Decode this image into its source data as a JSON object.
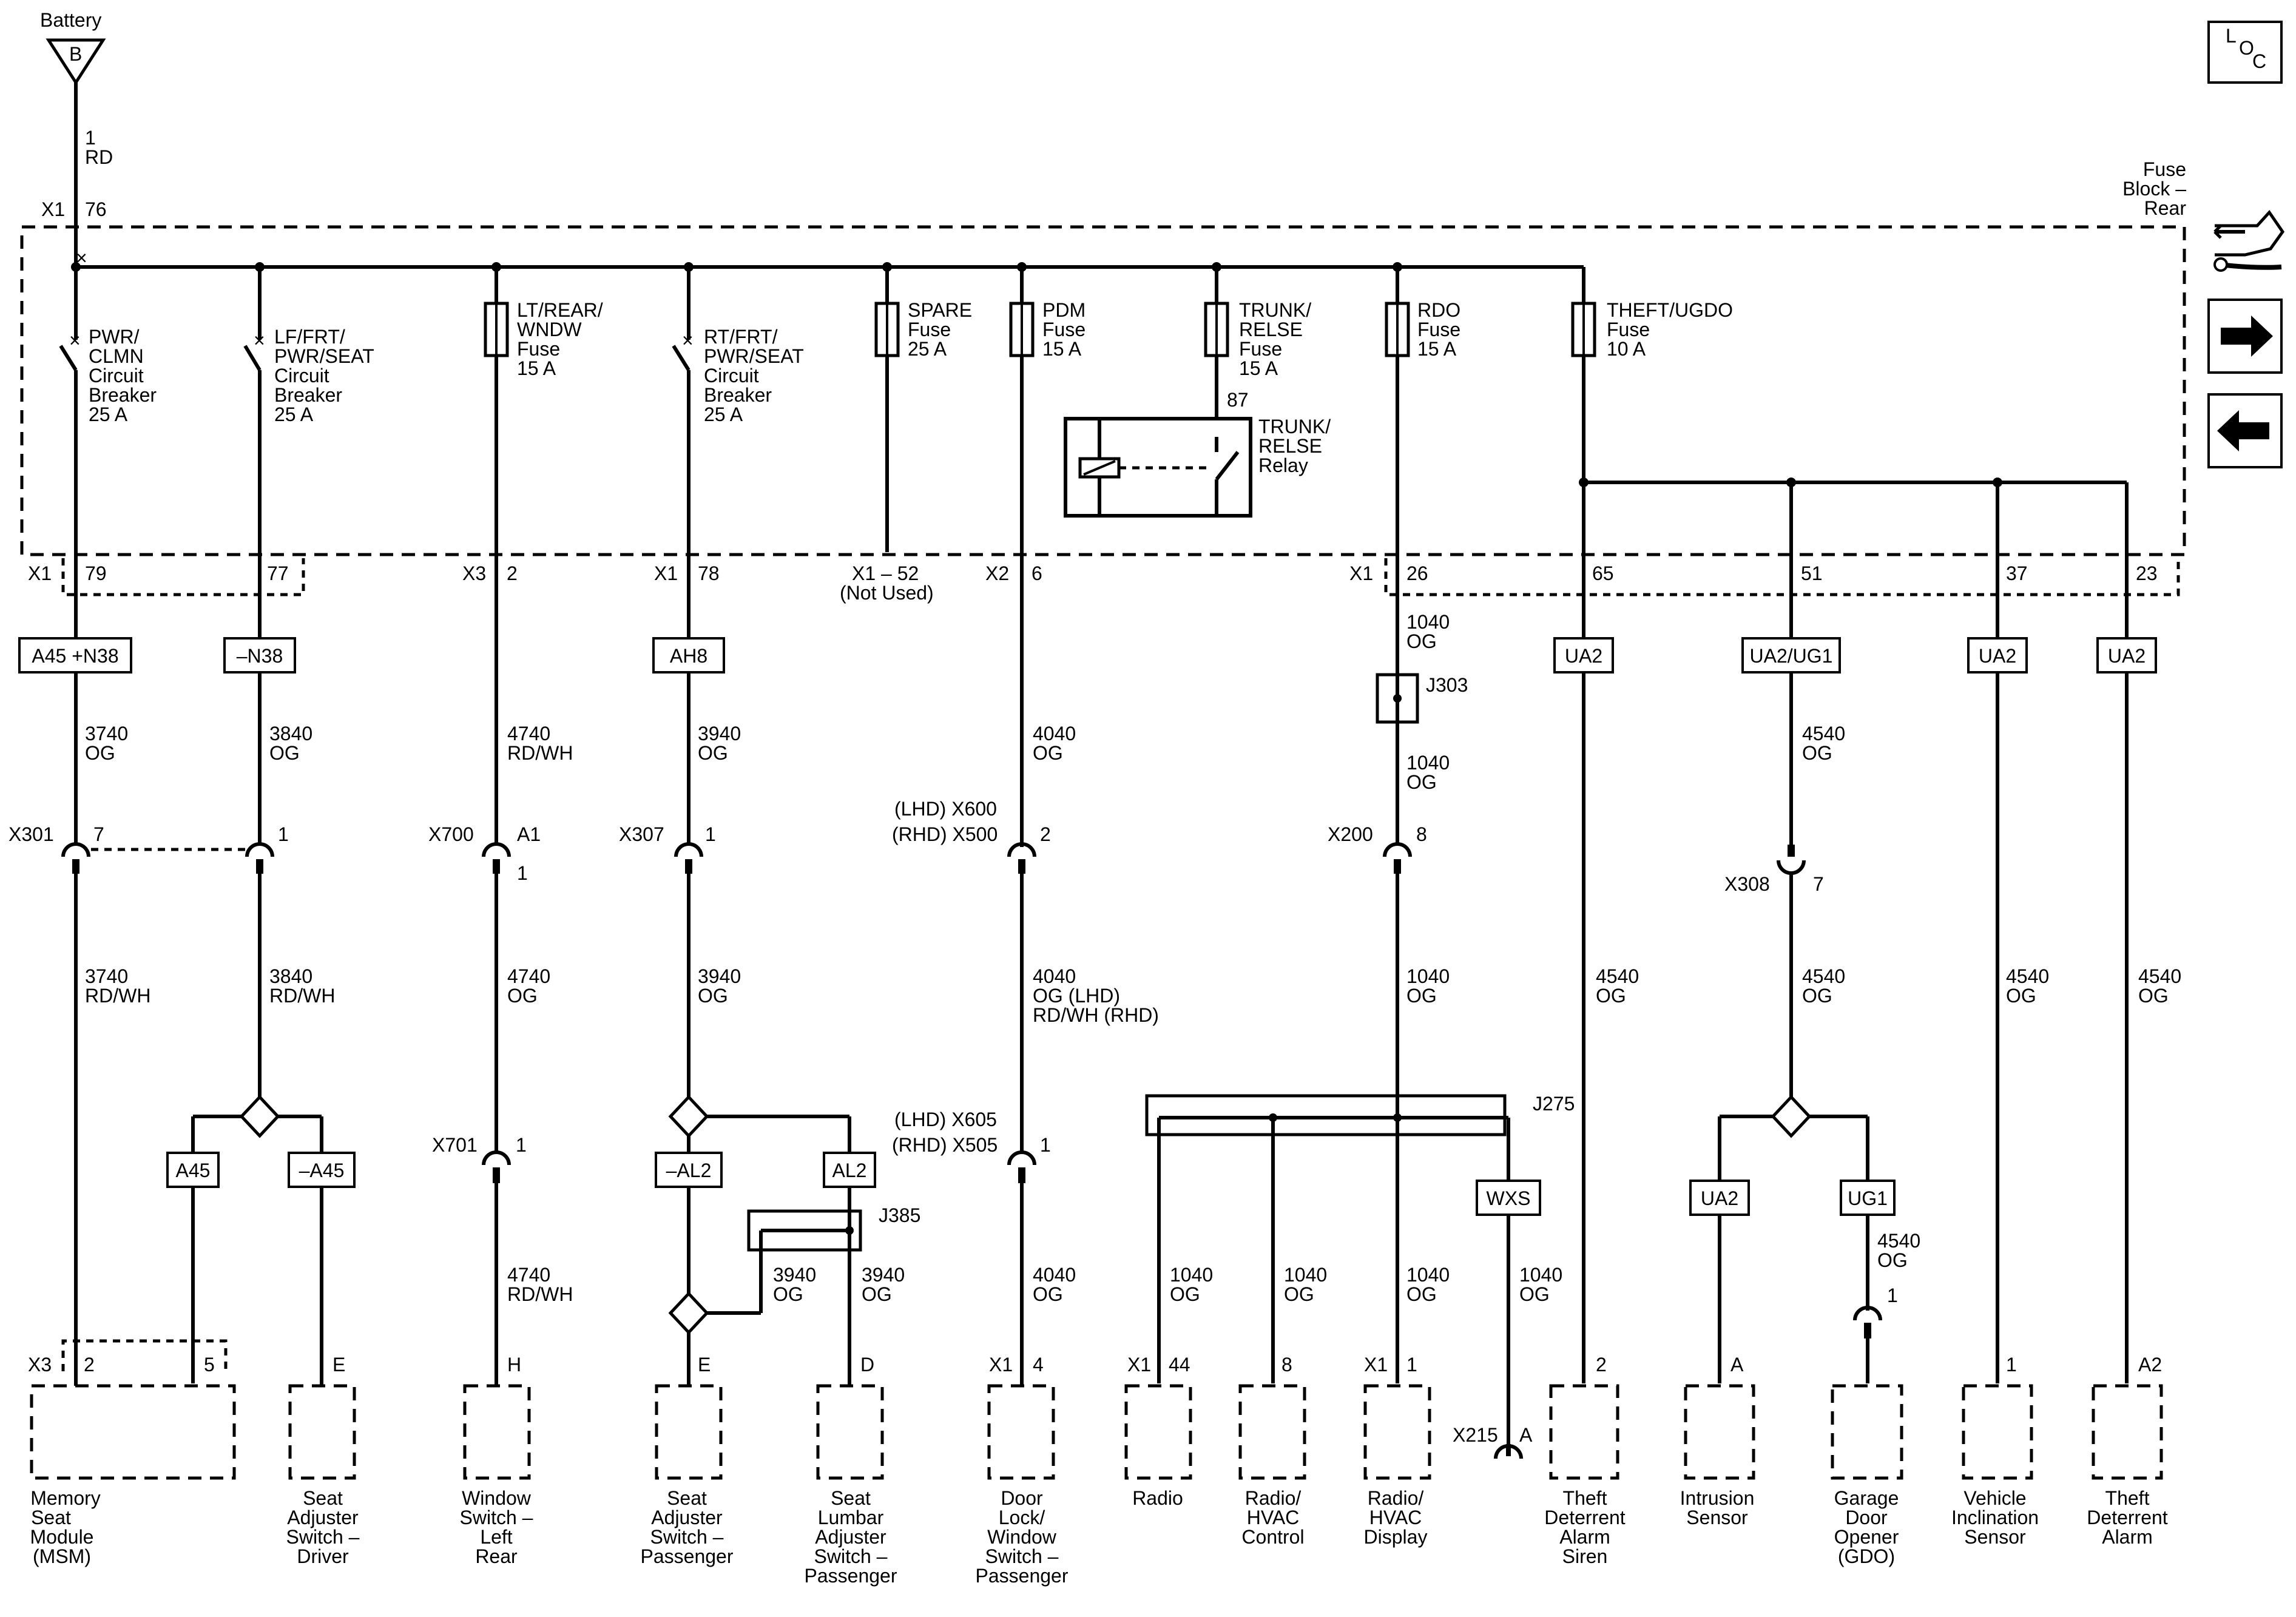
{
  "top": {
    "battery_label": "Battery",
    "battery_letter": "B",
    "battery_circuit": "1",
    "battery_color": "RD",
    "x1_label": "X1",
    "x1_pin": "76",
    "fuse_block_name": [
      "Fuse",
      "Block –",
      "Rear"
    ],
    "loc": [
      "L",
      "O",
      "C"
    ]
  },
  "devices": {
    "pwr_clmn": [
      "PWR/",
      "CLMN",
      "Circuit",
      "Breaker",
      "25 A"
    ],
    "lf_frt": [
      "LF/FRT/",
      "PWR/SEAT",
      "Circuit",
      "Breaker",
      "25 A"
    ],
    "lt_rear": [
      "LT/REAR/",
      "WNDW",
      "Fuse",
      "15 A"
    ],
    "rt_frt": [
      "RT/FRT/",
      "PWR/SEAT",
      "Circuit",
      "Breaker",
      "25 A"
    ],
    "spare": [
      "SPARE",
      "Fuse",
      "25 A"
    ],
    "pdm": [
      "PDM",
      "Fuse",
      "15 A"
    ],
    "trunk_fuse": [
      "TRUNK/",
      "RELSE",
      "Fuse",
      "15 A"
    ],
    "trunk_pin": "87",
    "trunk_relay": [
      "TRUNK/",
      "RELSE",
      "Relay"
    ],
    "rdo": [
      "RDO",
      "Fuse",
      "15 A"
    ],
    "theft": [
      "THEFT/UGDO",
      "Fuse",
      "10 A"
    ]
  },
  "block_pins": {
    "x1a": "X1",
    "p79": "79",
    "p77": "77",
    "x3": "X3",
    "p2": "2",
    "x1b": "X1",
    "p78": "78",
    "spare_pin": "X1 – 52",
    "not_used": "(Not Used)",
    "x2": "X2",
    "p6": "6",
    "x1c": "X1",
    "p26": "26",
    "p65": "65",
    "p51": "51",
    "p37": "37",
    "p23": "23"
  },
  "options": {
    "a45n38": "A45 +N38",
    "n38": "–N38",
    "ah8": "AH8",
    "ua2_a": "UA2",
    "ua2ug1": "UA2/UG1",
    "ua2_b": "UA2",
    "ua2_c": "UA2",
    "a45": "A45",
    "na45": "–A45",
    "nal2": "–AL2",
    "al2": "AL2",
    "wxs": "WXS",
    "ua2_d": "UA2",
    "ug1": "UG1"
  },
  "wires": {
    "w3740og": [
      "3740",
      "OG"
    ],
    "w3840og": [
      "3840",
      "OG"
    ],
    "w4740rdwh_top": [
      "4740",
      "RD/WH"
    ],
    "w3940og_top": [
      "3940",
      "OG"
    ],
    "w4040og_top": [
      "4040",
      "OG"
    ],
    "w1040og_a": [
      "1040",
      "OG"
    ],
    "w1040og_b": [
      "1040",
      "OG"
    ],
    "w4540og_top": [
      "4540",
      "OG"
    ],
    "w3740rdwh": [
      "3740",
      "RD/WH"
    ],
    "w3840rdwh": [
      "3840",
      "RD/WH"
    ],
    "w4740og": [
      "4740",
      "OG"
    ],
    "w3940og_mid": [
      "3940",
      "OG"
    ],
    "w4040mid": [
      "4040",
      "OG (LHD)",
      "RD/WH (RHD)"
    ],
    "w1040og_mid": [
      "1040",
      "OG"
    ],
    "w4540og_65": [
      "4540",
      "OG"
    ],
    "w4540og_mid": [
      "4540",
      "OG"
    ],
    "w4540og_37": [
      "4540",
      "OG"
    ],
    "w4540og_23": [
      "4540",
      "OG"
    ],
    "w4740rdwh_low": [
      "4740",
      "RD/WH"
    ],
    "w3940og_l1": [
      "3940",
      "OG"
    ],
    "w3940og_l2": [
      "3940",
      "OG"
    ],
    "w4040og_low": [
      "4040",
      "OG"
    ],
    "w1040og_r1": [
      "1040",
      "OG"
    ],
    "w1040og_r2": [
      "1040",
      "OG"
    ],
    "w1040og_r3": [
      "1040",
      "OG"
    ],
    "w1040og_r4": [
      "1040",
      "OG"
    ],
    "w4540og_gdo": [
      "4540",
      "OG"
    ]
  },
  "connectors": {
    "x301": "X301",
    "x301_7": "7",
    "x301_1": "1",
    "x700": "X700",
    "x700_a1": "A1",
    "x700_1": "1",
    "x307": "X307",
    "x307_1": "1",
    "x600": "(LHD) X600",
    "x500": "(RHD) X500",
    "x600_pin": "2",
    "x200": "X200",
    "x200_8": "8",
    "j303": "J303",
    "x308": "X308",
    "x308_7": "7",
    "x701": "X701",
    "x701_1": "1",
    "x605": "(LHD) X605",
    "x505": "(RHD) X505",
    "x605_pin": "1",
    "j275": "J275",
    "j385": "J385",
    "x215": "X215",
    "x215_a": "A",
    "gdo_pin": "1"
  },
  "components": {
    "msm": {
      "conn": "X3",
      "pins": [
        "2",
        "5"
      ],
      "name": [
        "Memory",
        "Seat",
        "Module",
        "(MSM)"
      ]
    },
    "seat_drv": {
      "pin": "E",
      "name": [
        "Seat",
        "Adjuster",
        "Switch –",
        "Driver"
      ]
    },
    "window": {
      "pin": "H",
      "name": [
        "Window",
        "Switch –",
        "Left",
        "Rear"
      ]
    },
    "seat_pass": {
      "pin": "E",
      "name": [
        "Seat",
        "Adjuster",
        "Switch –",
        "Passenger"
      ]
    },
    "lumbar": {
      "pin": "D",
      "name": [
        "Seat",
        "Lumbar",
        "Adjuster",
        "Switch –",
        "Passenger"
      ]
    },
    "door": {
      "conn": "X1",
      "pin": "4",
      "name": [
        "Door",
        "Lock/",
        "Window",
        "Switch –",
        "Passenger"
      ]
    },
    "radio": {
      "conn": "X1",
      "pin": "44",
      "name": [
        "Radio"
      ]
    },
    "hvac_ctrl": {
      "pin": "8",
      "name": [
        "Radio/",
        "HVAC",
        "Control"
      ]
    },
    "hvac_disp": {
      "conn": "X1",
      "pin": "1",
      "name": [
        "Radio/",
        "HVAC",
        "Display"
      ]
    },
    "siren": {
      "pin": "2",
      "name": [
        "Theft",
        "Deterrent",
        "Alarm",
        "Siren"
      ]
    },
    "intrusion": {
      "pin": "A",
      "name": [
        "Intrusion",
        "Sensor"
      ]
    },
    "gdo": {
      "name": [
        "Garage",
        "Door",
        "Opener",
        "(GDO)"
      ]
    },
    "incl": {
      "pin": "1",
      "name": [
        "Vehicle",
        "Inclination",
        "Sensor"
      ]
    },
    "alarm": {
      "pin": "A2",
      "name": [
        "Theft",
        "Deterrent",
        "Alarm"
      ]
    }
  }
}
